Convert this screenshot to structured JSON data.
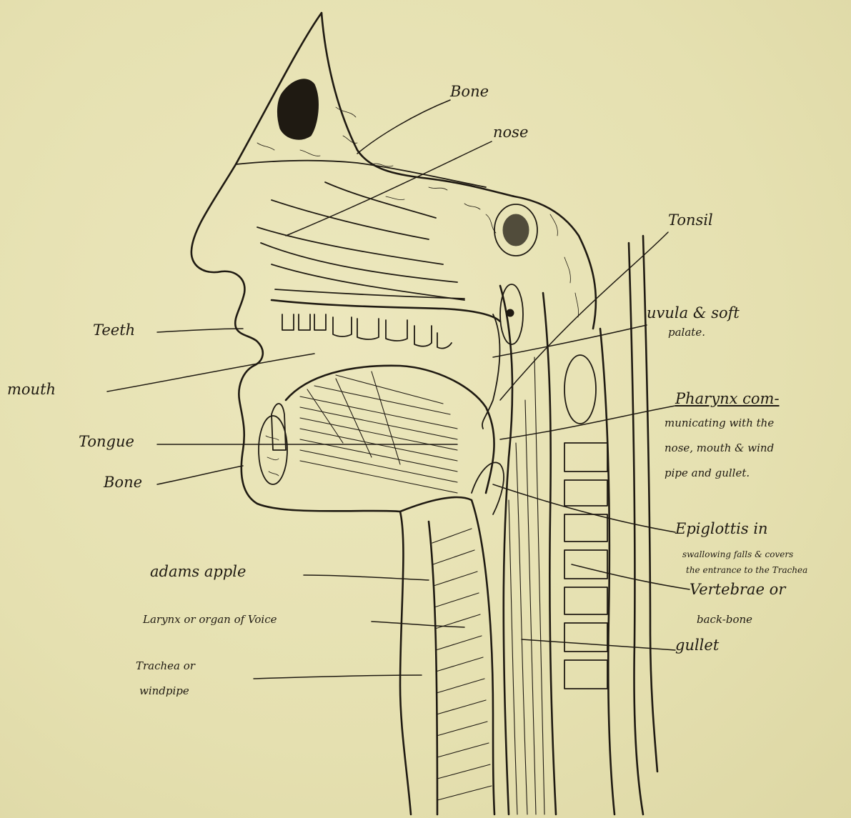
{
  "labels": {
    "bone_top": "Bone",
    "nose": "nose",
    "tonsil": "Tonsil",
    "uvula_line1": "uvula & soft",
    "uvula_line2": "palate.",
    "pharynx_line1": "Pharynx com-",
    "pharynx_line2": "municating with the",
    "pharynx_line3": "nose, mouth & wind",
    "pharynx_line4": "pipe and gullet.",
    "epiglottis_line1": "Epiglottis in",
    "epiglottis_line2": "swallowing falls & covers",
    "epiglottis_line3": "the entrance to the Trachea",
    "vertebrae_line1": "Vertebrae or",
    "vertebrae_line2": "back-bone",
    "gullet": "gullet",
    "teeth": "Teeth",
    "mouth": "mouth",
    "tongue": "Tongue",
    "bone_jaw": "Bone",
    "adams_apple": "adams apple",
    "larynx": "Larynx or organ of Voice",
    "trachea_line1": "Trachea or",
    "trachea_line2": "windpipe"
  },
  "colors": {
    "paper": "#e7e2b3",
    "ink": "#1f1a12"
  }
}
